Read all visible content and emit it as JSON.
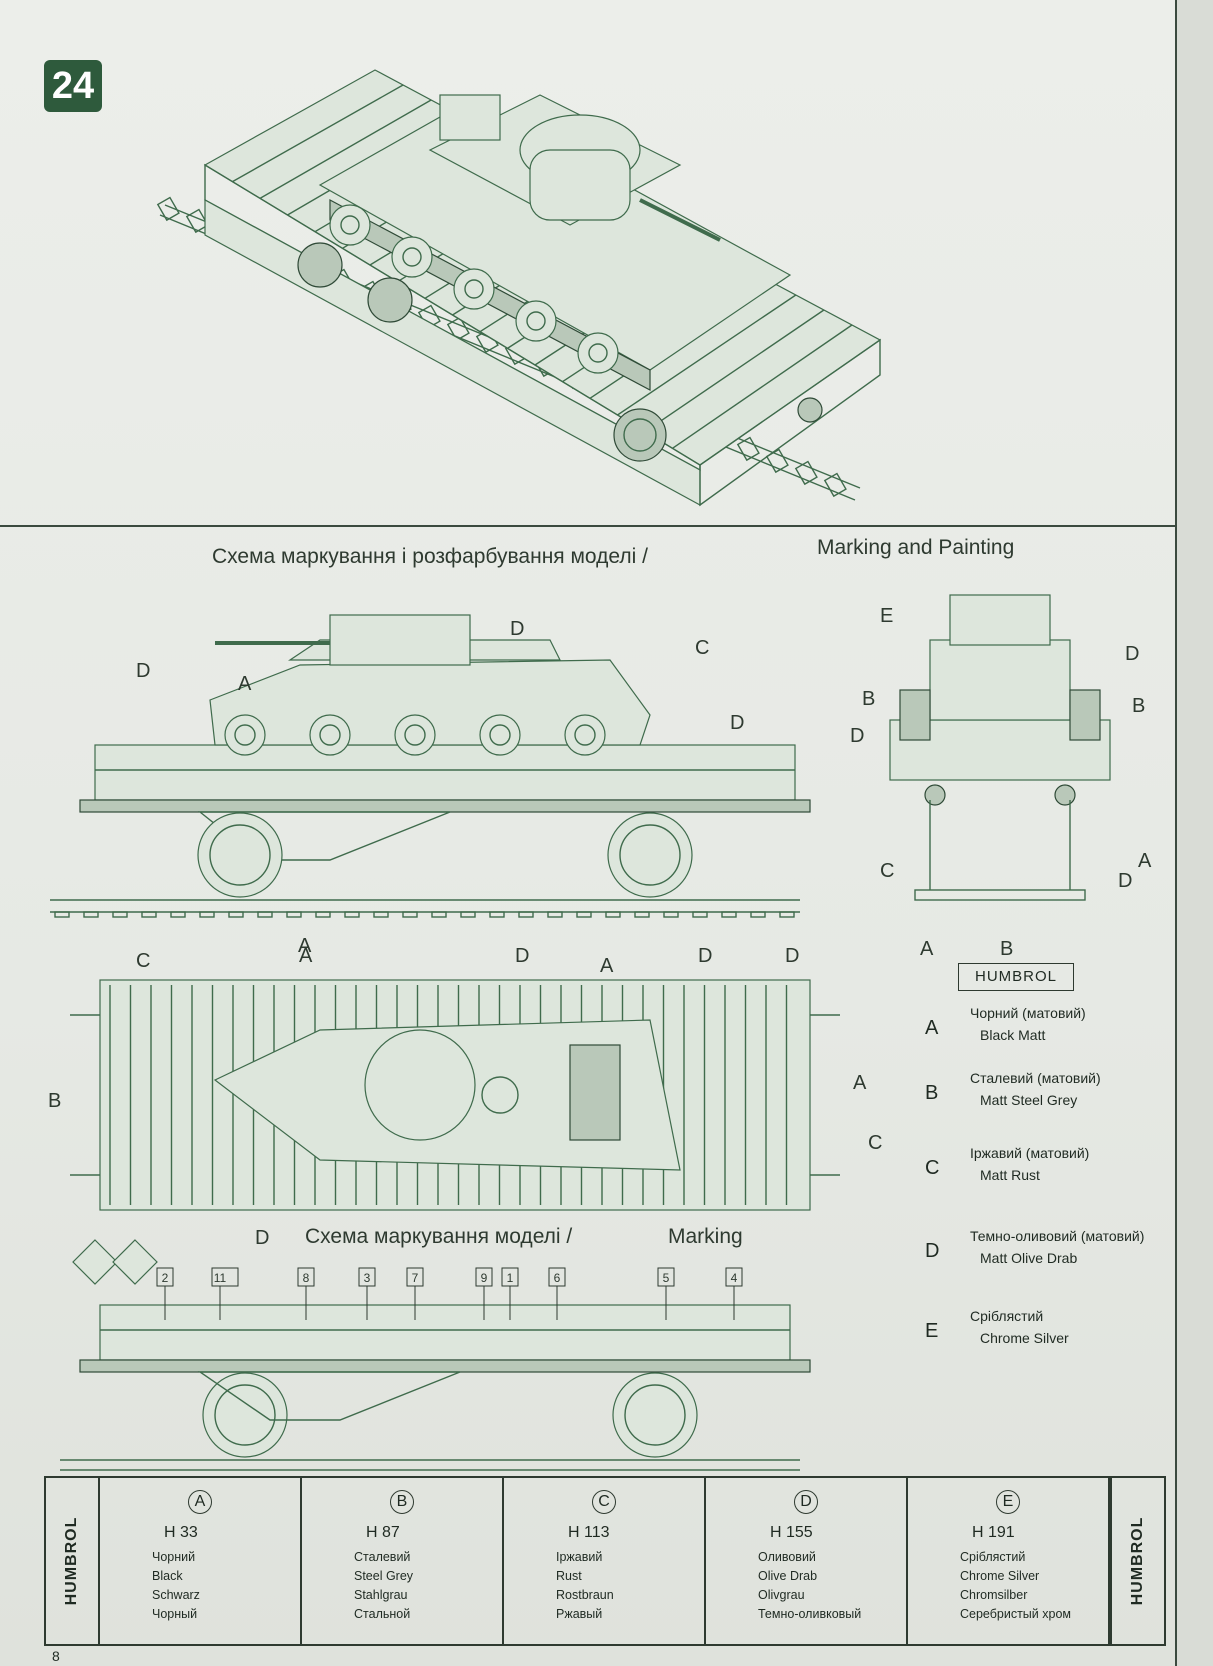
{
  "step_number": "24",
  "heading_main_ua": "Схема маркування і розфарбування моделі /",
  "heading_main_en": "Marking and Painting",
  "heading_marking_ua": "Схема маркування моделі /",
  "heading_marking_en": "Marking",
  "callouts": {
    "side": [
      "D",
      "C",
      "D",
      "A",
      "D",
      "D",
      "A",
      "C"
    ],
    "front": [
      "E",
      "D",
      "B",
      "B",
      "D",
      "A",
      "C",
      "A",
      "B"
    ],
    "top": [
      "A",
      "D",
      "A",
      "D",
      "D",
      "B",
      "A",
      "C",
      "D"
    ]
  },
  "decal_numbers": [
    "2",
    "11",
    "8",
    "3",
    "7",
    "9",
    "1",
    "6",
    "5",
    "4"
  ],
  "humbrol_label": "HUMBROL",
  "legend": [
    {
      "letter": "A",
      "ua": "Чорний (матовий)",
      "en": "Black Matt"
    },
    {
      "letter": "B",
      "ua": "Сталевий (матовий)",
      "en": "Matt Steel Grey"
    },
    {
      "letter": "C",
      "ua": "Іржавий (матовий)",
      "en": "Matt Rust"
    },
    {
      "letter": "D",
      "ua": "Темно-оливовий (матовий)",
      "en": "Matt Olive Drab"
    },
    {
      "letter": "E",
      "ua": "Сріблястий",
      "en": "Chrome Silver"
    }
  ],
  "paints": [
    {
      "letter": "A",
      "code": "H 33",
      "names": [
        "Чорний",
        "Black",
        "Schwarz",
        "Чорный"
      ]
    },
    {
      "letter": "B",
      "code": "H 87",
      "names": [
        "Сталевий",
        "Steel Grey",
        "Stahlgrau",
        "Стальной"
      ]
    },
    {
      "letter": "C",
      "code": "H 113",
      "names": [
        "Іржавий",
        "Rust",
        "Rostbraun",
        "Ржавый"
      ]
    },
    {
      "letter": "D",
      "code": "H 155",
      "names": [
        "Оливовий",
        "Olive Drab",
        "Olivgrau",
        "Темно-оливковый"
      ]
    },
    {
      "letter": "E",
      "code": "H 191",
      "names": [
        "Сріблястий",
        "Chrome Silver",
        "Chromsilber",
        "Серебристый хром"
      ]
    }
  ],
  "page_number": "8"
}
